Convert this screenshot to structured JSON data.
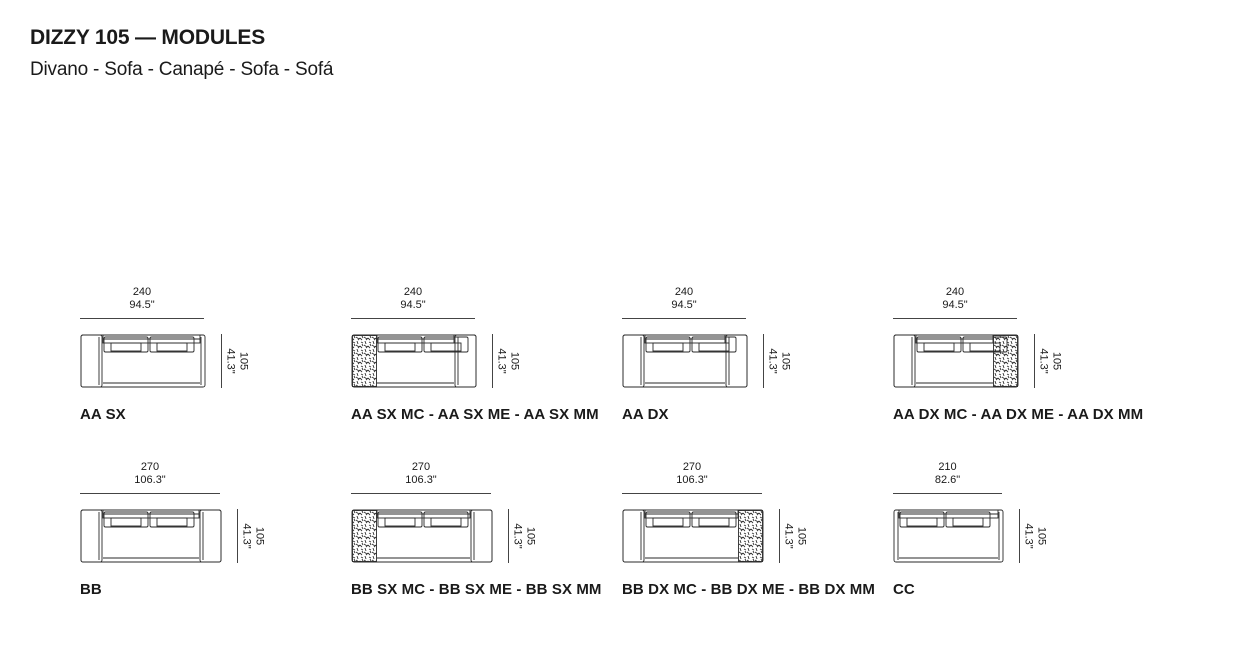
{
  "header": {
    "title": "DIZZY 105 — MODULES",
    "subtitle": "Divano - Sofa - Canapé - Sofa - Sofá"
  },
  "modules": [
    {
      "code": "AA SX",
      "width_cm": "240",
      "width_in": "94.5\"",
      "depth_cm": "105",
      "depth_in": "41.3\"",
      "arm_left": true,
      "arm_right": false,
      "storage": "none"
    },
    {
      "code": "AA SX MC - AA SX ME - AA SX MM",
      "width_cm": "240",
      "width_in": "94.5\"",
      "depth_cm": "105",
      "depth_in": "41.3\"",
      "arm_left": false,
      "arm_right": true,
      "storage": "left"
    },
    {
      "code": "AA DX",
      "width_cm": "240",
      "width_in": "94.5\"",
      "depth_cm": "105",
      "depth_in": "41.3\"",
      "arm_left": true,
      "arm_right": true,
      "storage": "none"
    },
    {
      "code": "AA DX MC - AA DX ME - AA DX MM",
      "width_cm": "240",
      "width_in": "94.5\"",
      "depth_cm": "105",
      "depth_in": "41.3\"",
      "arm_left": true,
      "arm_right": false,
      "storage": "right"
    },
    {
      "code": "BB",
      "width_cm": "270",
      "width_in": "106.3\"",
      "depth_cm": "105",
      "depth_in": "41.3\"",
      "arm_left": true,
      "arm_right": true,
      "storage": "none"
    },
    {
      "code": "BB SX MC - BB SX ME - BB SX MM",
      "width_cm": "270",
      "width_in": "106.3\"",
      "depth_cm": "105",
      "depth_in": "41.3\"",
      "arm_left": false,
      "arm_right": true,
      "storage": "left"
    },
    {
      "code": "BB DX MC - BB DX ME - BB DX MM",
      "width_cm": "270",
      "width_in": "106.3\"",
      "depth_cm": "105",
      "depth_in": "41.3\"",
      "arm_left": true,
      "arm_right": false,
      "storage": "right"
    },
    {
      "code": "CC",
      "width_cm": "210",
      "width_in": "82.6\"",
      "depth_cm": "105",
      "depth_in": "41.3\"",
      "arm_left": false,
      "arm_right": false,
      "storage": "none"
    }
  ]
}
